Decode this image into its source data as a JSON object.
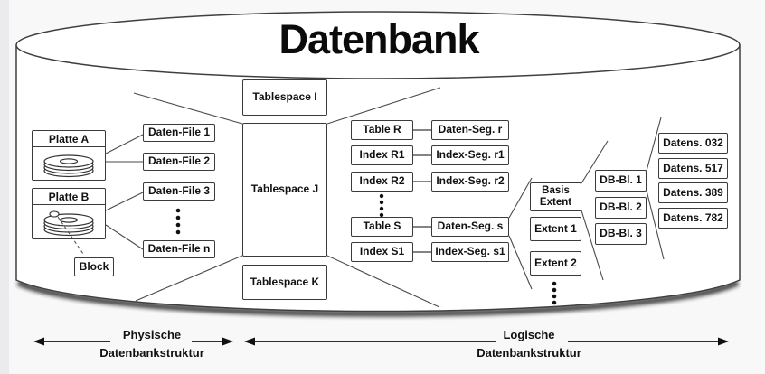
{
  "title": "Datenbank",
  "physical": {
    "disks": [
      {
        "label": "Platte A"
      },
      {
        "label": "Platte B"
      }
    ],
    "block_label": "Block",
    "files": [
      "Daten-File 1",
      "Daten-File 2",
      "Daten-File 3",
      "Daten-File n"
    ]
  },
  "tablespaces": [
    "Tablespace I",
    "Tablespace J",
    "Tablespace K"
  ],
  "logical": {
    "tables": [
      "Table R",
      "Index R1",
      "Index R2",
      "Table S",
      "Index S1"
    ],
    "segments": [
      "Daten-Seg. r",
      "Index-Seg. r1",
      "Index-Seg. r2",
      "Daten-Seg. s",
      "Index-Seg. s1"
    ],
    "extents": [
      "Basis\nExtent",
      "Extent 1",
      "Extent 2"
    ],
    "db_blocks": [
      "DB-Bl. 1",
      "DB-Bl. 2",
      "DB-Bl. 3"
    ],
    "records": [
      "Datens. 032",
      "Datens. 517",
      "Datens. 389",
      "Datens. 782"
    ]
  },
  "axes": {
    "left": {
      "line1": "Physische",
      "line2": "Datenbankstruktur"
    },
    "right": {
      "line1": "Logische",
      "line2": "Datenbankstruktur"
    }
  },
  "colors": {
    "background": "#f8f8f9",
    "box_border": "#3b3b3b",
    "line": "#4a4a4a",
    "text": "#111111"
  }
}
